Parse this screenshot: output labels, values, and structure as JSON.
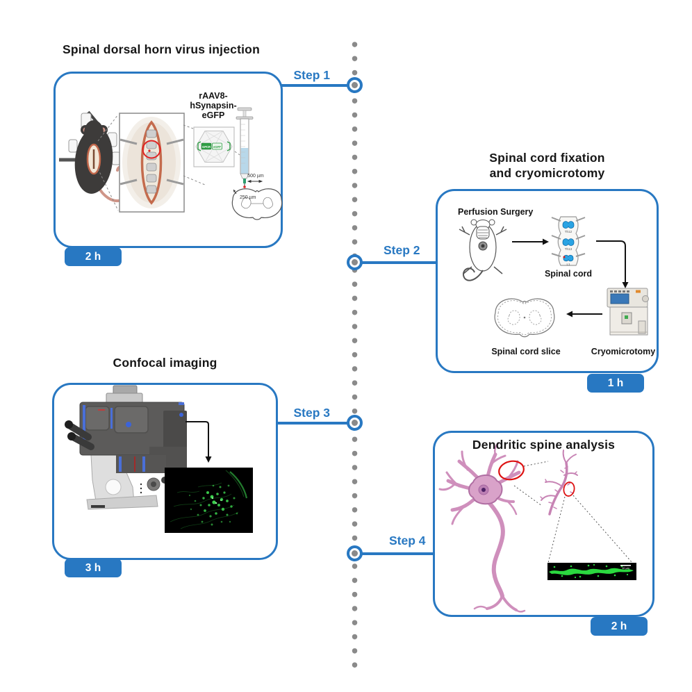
{
  "colors": {
    "accent_blue": "#2878c2",
    "dot_gray": "#8a8a8a",
    "badge_text": "#ffffff",
    "fluorescence_green": "#3fdc52",
    "neuron_pink": "#d9a2c9",
    "vertebra_blue": "#29a3e3",
    "annotation_red": "#dd1111"
  },
  "timeline": {
    "steps": [
      {
        "label": "Step 1",
        "duration": "2 h"
      },
      {
        "label": "Step 2",
        "duration": "1 h"
      },
      {
        "label": "Step 3",
        "duration": "3 h"
      },
      {
        "label": "Step 4",
        "duration": "2 h"
      }
    ]
  },
  "panels": {
    "p1": {
      "title": "Spinal dorsal horn virus injection",
      "virus_label": [
        "rAAV8-",
        "hSynapsin-",
        "eGFP"
      ],
      "construct": {
        "left": "GPCR",
        "right": "eGFP"
      },
      "measure_top": "500 µm",
      "measure_inner": "250 µm"
    },
    "p2": {
      "title_line1": "Spinal cord fixation",
      "title_line2": "and cryomicrotomy",
      "perfusion_label": "Perfusion Surgery",
      "vertebrae": [
        "Th12",
        "Th13",
        "L1"
      ],
      "spinal_cord_label": "Spinal cord",
      "slice_label": "Spinal cord slice",
      "cryo_label": "Cryomicrotomy"
    },
    "p3": {
      "title": "Confocal imaging"
    },
    "p4": {
      "title": "Dendritic spine analysis",
      "scale_bar": "10 µm"
    }
  }
}
